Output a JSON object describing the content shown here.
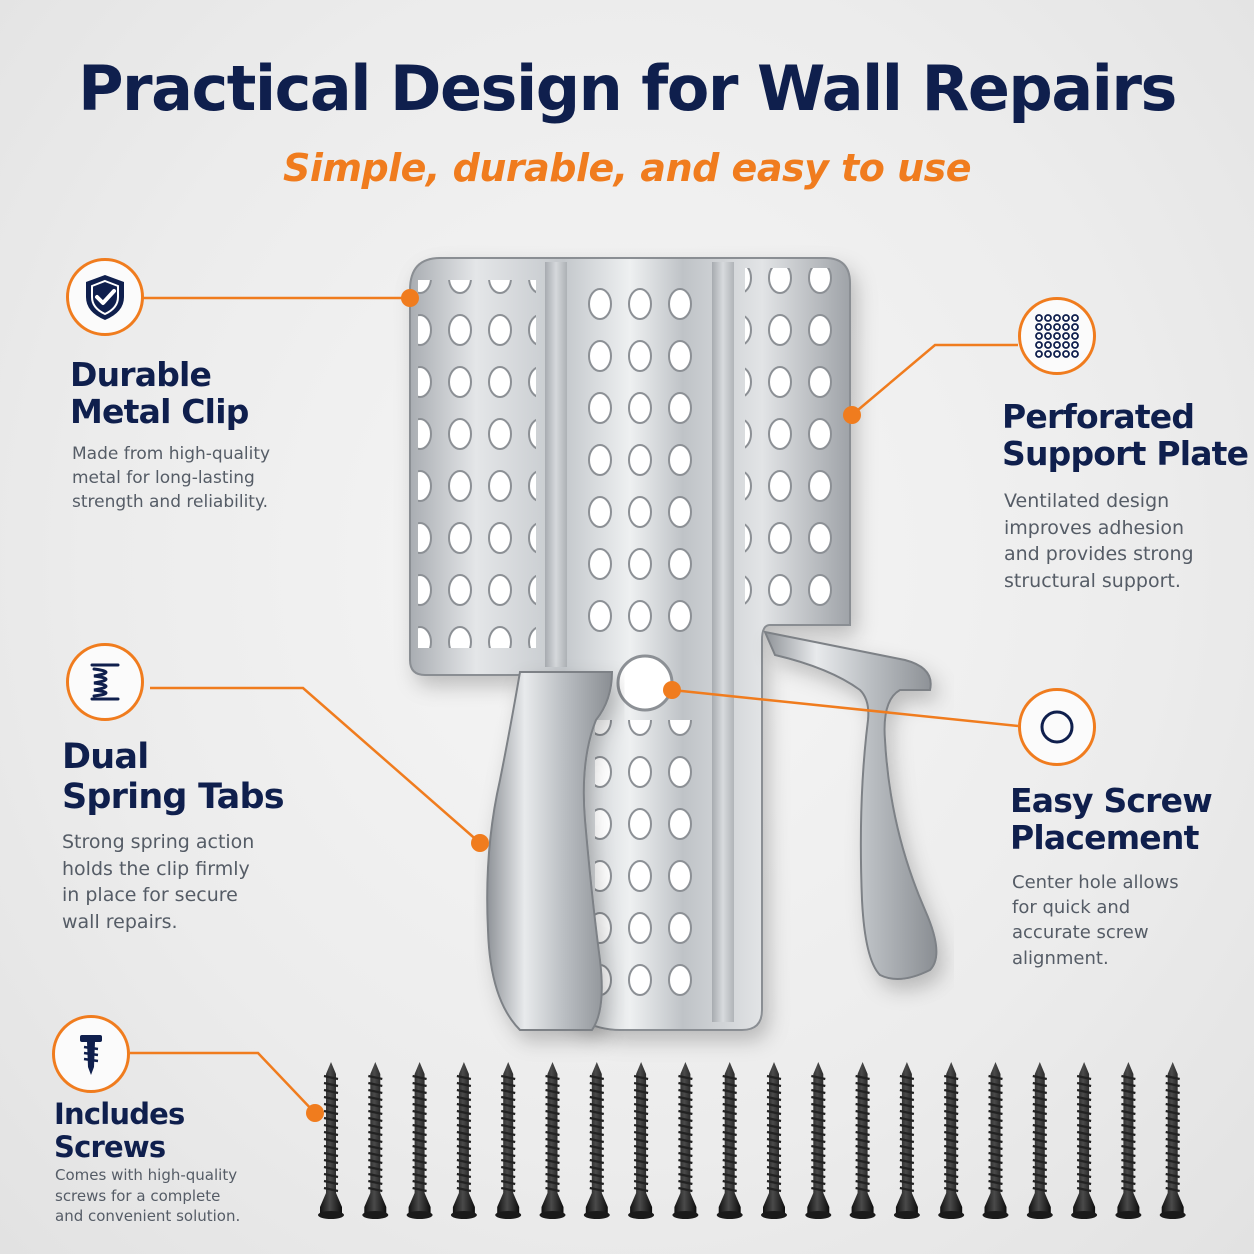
{
  "header": {
    "title": "Practical Design for Wall Repairs",
    "subtitle": "Simple, durable, and easy to use"
  },
  "colors": {
    "navy": "#0f1f4d",
    "orange": "#f07c1e",
    "body_text": "#555c66",
    "background": "#ececec"
  },
  "features": {
    "durable": {
      "icon": "shield-check-icon",
      "title_lines": [
        "Durable",
        "Metal Clip"
      ],
      "desc_lines": [
        "Made from high-quality",
        "metal for long-lasting",
        "strength and reliability."
      ]
    },
    "perforated": {
      "icon": "perforated-grid-icon",
      "title_lines": [
        "Perforated",
        "Support Plate"
      ],
      "desc_lines": [
        "Ventilated design",
        "improves adhesion",
        "and provides strong",
        "structural support."
      ]
    },
    "spring": {
      "icon": "spring-coil-icon",
      "title_lines": [
        "Dual",
        "Spring Tabs"
      ],
      "desc_lines": [
        "Strong spring action",
        "holds the clip firmly",
        "in place for secure",
        "wall repairs."
      ]
    },
    "screw_hole": {
      "icon": "ring-hole-icon",
      "title_lines": [
        "Easy Screw",
        "Placement"
      ],
      "desc_lines": [
        "Center hole allows",
        "for quick and",
        "accurate screw",
        "alignment."
      ]
    },
    "screws": {
      "icon": "screw-icon",
      "title_lines": [
        "Includes",
        "Screws"
      ],
      "desc_lines": [
        "Comes with high-quality",
        "screws for a complete",
        "and convenient solution."
      ]
    }
  },
  "product": {
    "name": "perforated metal wall repair clip",
    "screw_count": 20
  }
}
